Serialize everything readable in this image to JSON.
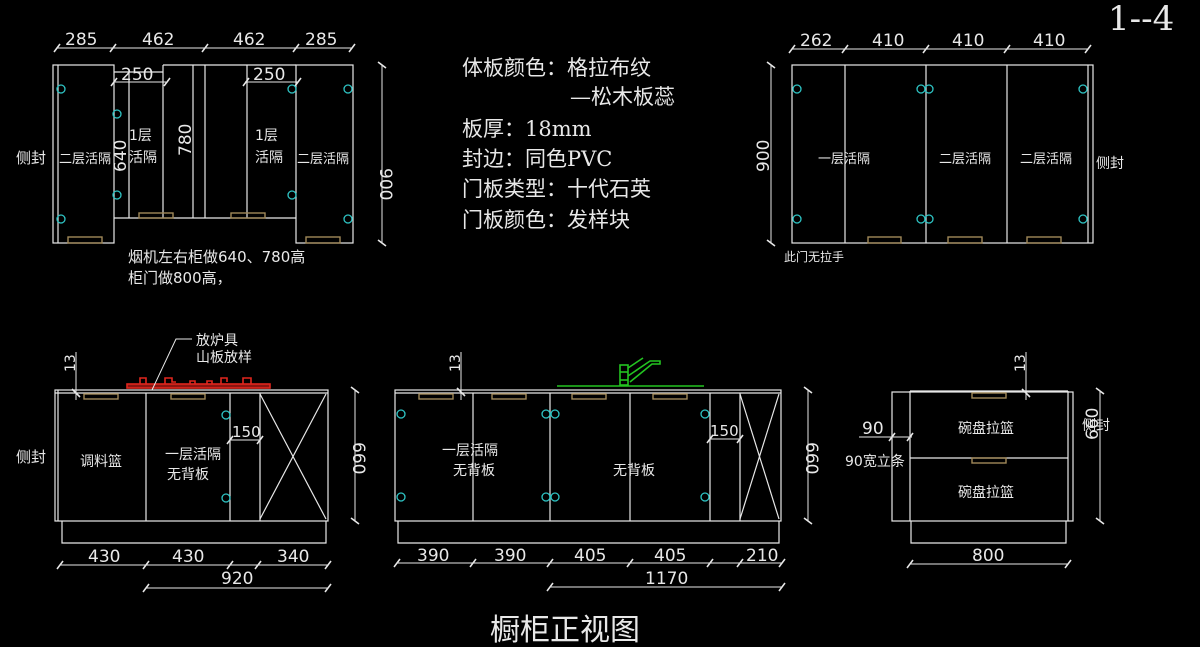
{
  "sheet_number": "1--4",
  "title": "橱柜正视图",
  "colors": {
    "background": "#000000",
    "lines": "#e8e8e8",
    "hinges": "#2ec4c4",
    "handles": "#a08858",
    "stove": "#e0261d",
    "faucet": "#23c421"
  },
  "specs": [
    "体板颜色：格拉布纹",
    "—松木板蕊",
    "板厚：18mm",
    "封边：同色PVC",
    "门板类型：十代石英",
    "门板颜色：发样块"
  ],
  "upper_left": {
    "widths": [
      "285",
      "462",
      "462",
      "285"
    ],
    "inner_widths": [
      "250",
      "250"
    ],
    "height": "900",
    "inner_heights": [
      "640",
      "780"
    ],
    "side_label": "侧封",
    "labels": [
      "二层活隔",
      "1层",
      "活隔",
      "1层",
      "活隔",
      "二层活隔"
    ],
    "note_lines": [
      "烟机左右柜做640、780高",
      "柜门做800高，"
    ]
  },
  "upper_right": {
    "widths": [
      "262",
      "410",
      "410",
      "410"
    ],
    "height": "900",
    "labels": [
      "一层活隔",
      "二层活隔",
      "二层活隔"
    ],
    "side_label": "侧封",
    "note": "此门无拉手"
  },
  "base_left": {
    "top_thickness": "13",
    "leader_lines": [
      "放炉具",
      "山板放样"
    ],
    "side_label": "侧封",
    "labels": [
      "调料篮",
      "一层活隔",
      "无背板"
    ],
    "filler": "150",
    "height": "660",
    "widths": [
      "430",
      "430",
      "340"
    ],
    "total": "920"
  },
  "base_middle": {
    "top_thickness": "13",
    "labels": [
      "一层活隔",
      "无背板",
      "无背板"
    ],
    "filler": "150",
    "height": "660",
    "widths": [
      "390",
      "390",
      "405",
      "405",
      "210"
    ],
    "total": "1170"
  },
  "base_right": {
    "top_thickness": "13",
    "filler_width": "90",
    "filler_label": "90宽立条",
    "labels": [
      "碗盘拉篮",
      "碗盘拉篮"
    ],
    "side_label": "侧封",
    "height": "660",
    "width": "800"
  }
}
